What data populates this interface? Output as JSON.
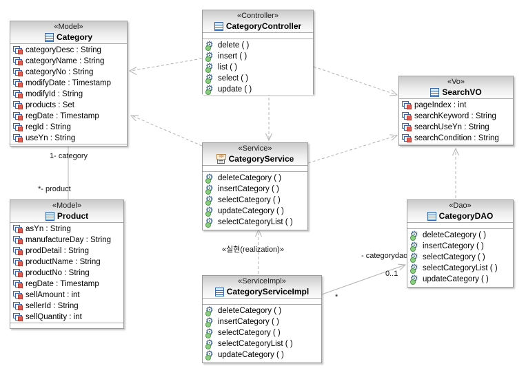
{
  "classes": [
    {
      "id": "category",
      "stereotype": "«Model»",
      "name": "Category",
      "attributes": [
        "categoryDesc : String",
        "categoryName : String",
        "categoryNo : String",
        "modifyDate : Timestamp",
        "modifyId : String",
        "products : Set",
        "regDate : Timestamp",
        "regId : String",
        "useYn : String"
      ],
      "operations": []
    },
    {
      "id": "category-controller",
      "stereotype": "«Controller»",
      "name": "CategoryController",
      "attributes": [],
      "operations": [
        "delete ( )",
        "insert ( )",
        "list ( )",
        "select ( )",
        "update ( )"
      ]
    },
    {
      "id": "search-vo",
      "stereotype": "«Vo»",
      "name": "SearchVO",
      "attributes": [
        "pageIndex : int",
        "searchKeyword : String",
        "searchUseYn : String",
        "searchCondition : String"
      ],
      "operations": []
    },
    {
      "id": "category-service",
      "stereotype": "«Service»",
      "name": "CategoryService",
      "attributes": [],
      "operations": [
        "deleteCategory ( )",
        "insertCategory ( )",
        "selectCategory ( )",
        "updateCategory ( )",
        "selectCategoryList ( )"
      ]
    },
    {
      "id": "product",
      "stereotype": "«Model»",
      "name": "Product",
      "attributes": [
        "asYn : String",
        "manufactureDay : String",
        "prodDetail : String",
        "productName : String",
        "productNo : String",
        "regDate : Timestamp",
        "sellAmount : int",
        "sellerId : String",
        "sellQuantity : int"
      ],
      "operations": []
    },
    {
      "id": "category-dao",
      "stereotype": "«Dao»",
      "name": "CategoryDAO",
      "attributes": [],
      "operations": [
        "deleteCategory ( )",
        "insertCategory ( )",
        "selectCategory ( )",
        "selectCategoryList ( )",
        "updateCategory ( )"
      ]
    },
    {
      "id": "category-service-impl",
      "stereotype": "«ServiceImpl»",
      "name": "CategoryServiceImpl",
      "attributes": [],
      "operations": [
        "deleteCategory ( )",
        "insertCategory ( )",
        "selectCategory ( )",
        "selectCategoryList ( )",
        "updateCategory ( )"
      ]
    }
  ],
  "relationships": [
    {
      "type": "dependency",
      "from": "CategoryController",
      "to": "Category"
    },
    {
      "type": "dependency",
      "from": "CategoryService",
      "to": "Category"
    },
    {
      "type": "dependency",
      "from": "CategoryController",
      "to": "CategoryService"
    },
    {
      "type": "dependency",
      "from": "CategoryController",
      "to": "SearchVO"
    },
    {
      "type": "dependency",
      "from": "CategoryService",
      "to": "SearchVO"
    },
    {
      "type": "realization",
      "from": "CategoryServiceImpl",
      "to": "CategoryService",
      "label": "«실현(realization)»"
    },
    {
      "type": "dependency",
      "from": "CategoryDAO",
      "to": "SearchVO"
    },
    {
      "type": "association",
      "from": "Category",
      "to": "Product",
      "category_end_label": "1- category",
      "product_end_label": "*- product"
    },
    {
      "type": "association",
      "from": "CategoryServiceImpl",
      "to": "CategoryDAO",
      "role_label": "- categorydao",
      "dao_multiplicity": "0..1",
      "impl_multiplicity": "*"
    }
  ],
  "icons": {
    "class_icon": "class-icon",
    "interface_icon": "interface-icon",
    "attribute_icon": "attribute-icon",
    "operation_icon": "operation-icon",
    "interface_badge": "«I»",
    "operation_gear": "⚙"
  },
  "colors": {
    "box_border": "#9a9a9a",
    "header_gradient_top": "#cacaca",
    "edge_gray": "#b2b2b2",
    "icon_blue": "#3767a6",
    "attr_icon_red": "#e25a50",
    "op_icon_green": "#8ccd82"
  }
}
